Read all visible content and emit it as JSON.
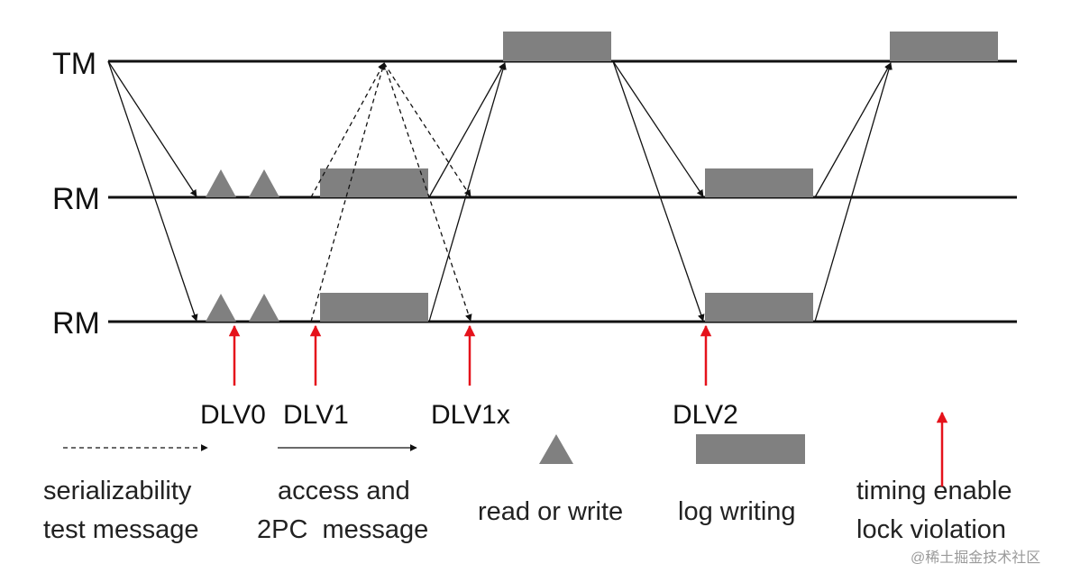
{
  "lanes": [
    "TM",
    "RM",
    "RM"
  ],
  "markers": [
    "DLV0",
    "DLV1",
    "DLV1x",
    "DLV2"
  ],
  "legend": {
    "serializability": [
      "serializability",
      "test message"
    ],
    "access": [
      "access and",
      "2PC  message"
    ],
    "read_write": "read or write",
    "log": "log writing",
    "timing": [
      "timing enable",
      "lock violation"
    ]
  },
  "watermark": "@稀土掘金技术社区",
  "colors": {
    "line": "#111111",
    "block": "#808080",
    "marker": "#e5121b"
  }
}
